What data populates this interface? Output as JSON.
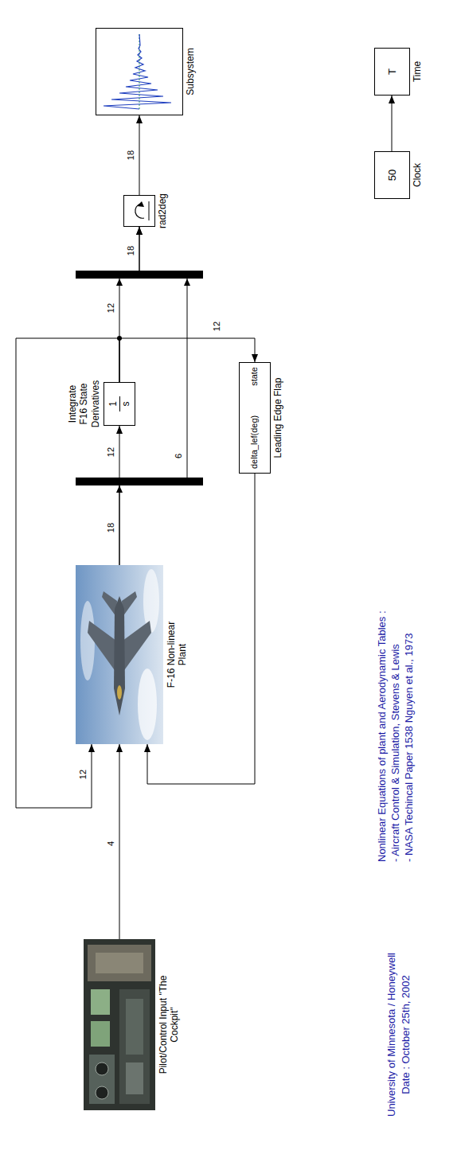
{
  "diagram": {
    "nodes": [
      {
        "text": [
          "Pilot/Control Input \"The Cockpit\""
        ]
      },
      {
        "text": [
          "F-16 Non-linear Plant"
        ]
      },
      {
        "text": [
          "Integrate F16 State Derivatives",
          "1",
          "s"
        ]
      },
      {
        "text": [
          "delta_lef(deg)",
          "state",
          "Leading Edge Flap"
        ]
      },
      {
        "text": [
          "rad2deg"
        ]
      },
      {
        "text": [
          "Subsystem"
        ]
      },
      {
        "text": [
          "50",
          "Clock"
        ]
      },
      {
        "text": [
          "T",
          "Time"
        ]
      }
    ],
    "edges": [
      {
        "from": 0,
        "to": 1,
        "label": "4",
        "arrow": "to"
      },
      {
        "from": 2,
        "to": 1,
        "label": "12",
        "arrow": "to"
      },
      {
        "from": 3,
        "to": 1,
        "arrow": "to"
      },
      {
        "from": 2,
        "to": 3,
        "label": "12",
        "arrow": "to"
      },
      {
        "from": 1,
        "to": 2,
        "label": "12",
        "arrow": "to"
      },
      {
        "from": 1,
        "to": 4,
        "label": "6",
        "arrow": "to"
      },
      {
        "from": 2,
        "to": 4,
        "label": "12",
        "arrow": "to"
      },
      {
        "from": 4,
        "to": 5,
        "label": "18",
        "arrow": "to"
      },
      {
        "from": 6,
        "to": 7,
        "arrow": "to"
      }
    ],
    "labels": [
      "18",
      "18",
      "University of Minnesota / Honeywell",
      "Date : October 25th, 2002",
      "Nonlinear Equations of plant and Aerodynamic Tables :",
      "- Aircraft Control & Simulation, Stevens & Lewis",
      "- NASA Techincal Paper 1538 Nguyen et al., 1973"
    ]
  }
}
